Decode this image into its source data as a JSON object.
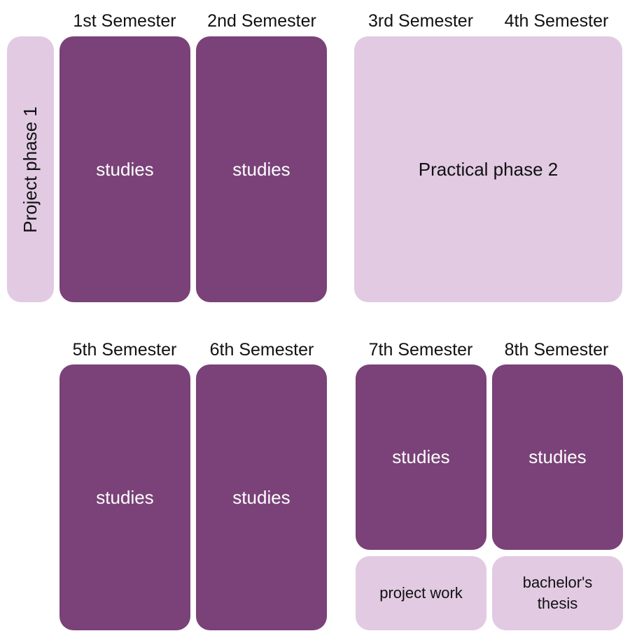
{
  "semesters": {
    "s1": "1st Semester",
    "s2": "2nd Semester",
    "s3": "3rd Semester",
    "s4": "4th Semester",
    "s5": "5th Semester",
    "s6": "6th Semester",
    "s7": "7th Semester",
    "s8": "8th Semester"
  },
  "blocks": {
    "project_phase_1": "Project phase 1",
    "studies": "studies",
    "practical_phase_2": "Practical phase 2",
    "project_work": "project work",
    "bachelors_thesis": "bachelor's\nthesis"
  },
  "colors": {
    "studies_block": "#7a4278",
    "phase_block": "#e2cae3"
  }
}
